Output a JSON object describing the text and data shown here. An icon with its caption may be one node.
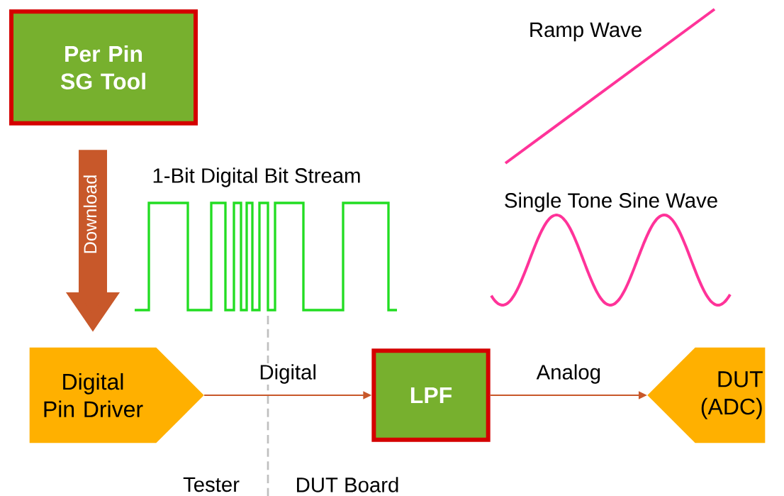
{
  "diagram": {
    "nodes": [
      {
        "text": [
          "Per Pin SG Tool"
        ]
      },
      {
        "text": [
          "Digital Pin Driver"
        ]
      },
      {
        "text": [
          "LPF"
        ]
      },
      {
        "text": [
          "DUT (ADC)"
        ]
      }
    ],
    "edges": [
      {
        "from": 0,
        "to": 1,
        "arrow": "to",
        "label": "Download",
        "style": "thick"
      },
      {
        "from": 1,
        "to": 2,
        "arrow": "to",
        "label": "Digital"
      },
      {
        "from": 2,
        "to": 3,
        "arrow": "to",
        "label": "Analog"
      }
    ],
    "labels": [
      "Ramp Wave",
      "1-Bit Digital Bit Stream",
      "Single Tone Sine Wave",
      "Tester",
      "DUT Board"
    ]
  }
}
